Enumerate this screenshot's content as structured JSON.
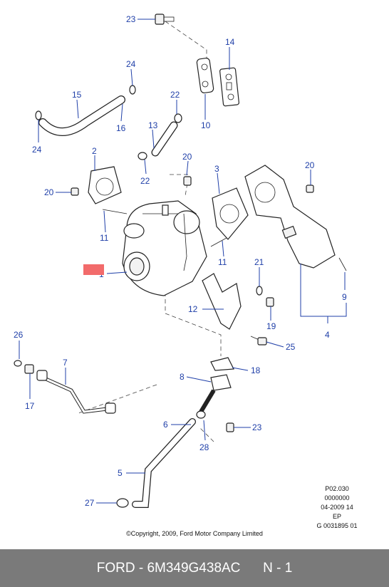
{
  "callouts": [
    {
      "id": "c23a",
      "text": "23"
    },
    {
      "id": "c14",
      "text": "14"
    },
    {
      "id": "c24a",
      "text": "24"
    },
    {
      "id": "c15",
      "text": "15"
    },
    {
      "id": "c22a",
      "text": "22"
    },
    {
      "id": "c16",
      "text": "16"
    },
    {
      "id": "c24b",
      "text": "24"
    },
    {
      "id": "c13",
      "text": "13"
    },
    {
      "id": "c10",
      "text": "10"
    },
    {
      "id": "c2",
      "text": "2"
    },
    {
      "id": "c20a",
      "text": "20"
    },
    {
      "id": "c22b",
      "text": "22"
    },
    {
      "id": "c3",
      "text": "3"
    },
    {
      "id": "c20b",
      "text": "20"
    },
    {
      "id": "c20c",
      "text": "20"
    },
    {
      "id": "c11a",
      "text": "11"
    },
    {
      "id": "c11b",
      "text": "11"
    },
    {
      "id": "c1",
      "text": "1"
    },
    {
      "id": "c21",
      "text": "21"
    },
    {
      "id": "c9",
      "text": "9"
    },
    {
      "id": "c12",
      "text": "12"
    },
    {
      "id": "c19",
      "text": "19"
    },
    {
      "id": "c4",
      "text": "4"
    },
    {
      "id": "c25",
      "text": "25"
    },
    {
      "id": "c26",
      "text": "26"
    },
    {
      "id": "c7",
      "text": "7"
    },
    {
      "id": "c8",
      "text": "8"
    },
    {
      "id": "c18",
      "text": "18"
    },
    {
      "id": "c17",
      "text": "17"
    },
    {
      "id": "c6",
      "text": "6"
    },
    {
      "id": "c23b",
      "text": "23"
    },
    {
      "id": "c28",
      "text": "28"
    },
    {
      "id": "c5",
      "text": "5"
    },
    {
      "id": "c27",
      "text": "27"
    }
  ],
  "meta": [
    "P02.030",
    "0000000",
    "04-2009 14",
    "EP",
    "G 0031895 01"
  ],
  "copyright": "©Copyright, 2009, Ford Motor Company Limited",
  "footer": {
    "brand": "FORD",
    "part_number": "6M349G438AC",
    "qty": "N - 1"
  },
  "colors": {
    "callout": "#1f3fa8",
    "footer_bg": "#7a7a7a",
    "marker": "#f26b6b"
  }
}
